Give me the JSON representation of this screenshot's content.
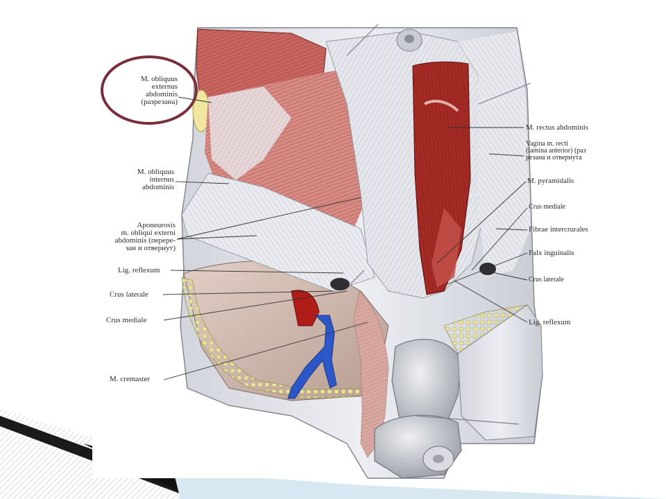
{
  "slide": {
    "background": "#ffffff",
    "highlight_color": "#7a2e3b",
    "decor_colors": [
      "#111111",
      "#cfe3ef",
      "#8a8a8a"
    ]
  },
  "labels": {
    "obliquus_externus": [
      "M. obliquus",
      "externus",
      "abdominis",
      "(разрезана)"
    ],
    "obliquus_internus": [
      "M. obliquus",
      "internus",
      "abdominis"
    ],
    "aponeurosis": [
      "Aponeurosis",
      "m. obliqui externi",
      "abdominis (перере-",
      "зан и отвернут)"
    ],
    "lig_reflexum_left": "Lig. reflexum",
    "crus_laterale_left": "Crus laterale",
    "crus_mediale_left": "Crus mediale",
    "cremaster": "M. cremaster",
    "rectus": "M. rectus abdominis",
    "vagina": [
      "Vagina m. recti",
      "(lamina anterior) (раз",
      "резана и отвернута"
    ],
    "pyramidalis": "M. pyramidalis",
    "crus_mediale_right": "Crus mediale",
    "fibrae": "Fibrae intercrurales",
    "falx": "Falx inguinalis",
    "crus_laterale_right": "Crus laterale",
    "lig_reflexum_right": "Lig. reflexum"
  }
}
